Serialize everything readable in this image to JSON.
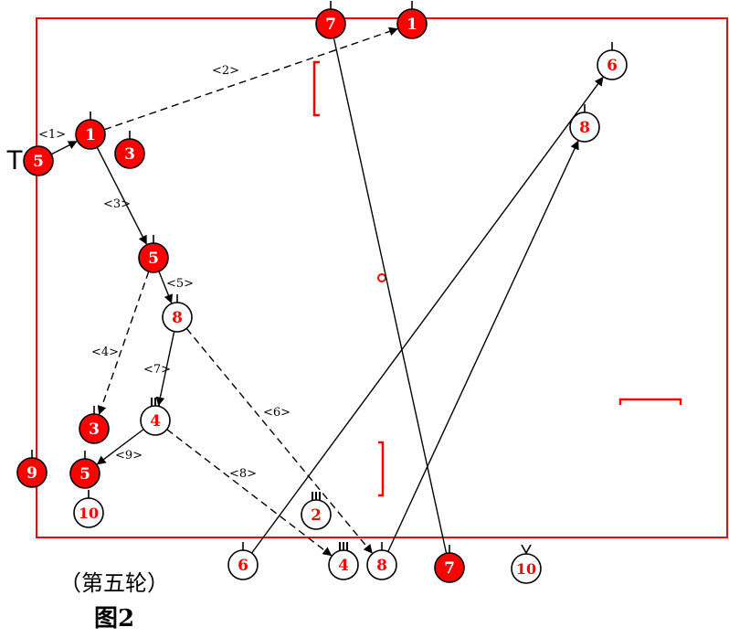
{
  "field_color": "#ff0000",
  "caption": {
    "round": "（第五轮）",
    "figure": "图2"
  },
  "tee_mark": "T",
  "players": [
    {
      "id": "p7a",
      "num": "7",
      "team": "red",
      "marker": "tick"
    },
    {
      "id": "p1a",
      "num": "1",
      "team": "red",
      "marker": "tick"
    },
    {
      "id": "p6a",
      "num": "6",
      "team": "white",
      "marker": "tick"
    },
    {
      "id": "p8a",
      "num": "8",
      "team": "white",
      "marker": "tick"
    },
    {
      "id": "p1b",
      "num": "1",
      "team": "red",
      "marker": "tick"
    },
    {
      "id": "p5a",
      "num": "5",
      "team": "red",
      "marker": "none"
    },
    {
      "id": "p3a",
      "num": "3",
      "team": "red",
      "marker": "tick"
    },
    {
      "id": "p5b",
      "num": "5",
      "team": "red",
      "marker": "tick"
    },
    {
      "id": "p8b",
      "num": "8",
      "team": "white",
      "marker": "tick"
    },
    {
      "id": "p4a",
      "num": "4",
      "team": "white",
      "marker": "triple"
    },
    {
      "id": "p3b",
      "num": "3",
      "team": "red",
      "marker": "tick"
    },
    {
      "id": "p9",
      "num": "9",
      "team": "red",
      "marker": "tick"
    },
    {
      "id": "p5c",
      "num": "5",
      "team": "red",
      "marker": "tick"
    },
    {
      "id": "p10a",
      "num": "10",
      "team": "white",
      "marker": "tick"
    },
    {
      "id": "p2",
      "num": "2",
      "team": "white",
      "marker": "triple"
    },
    {
      "id": "p6b",
      "num": "6",
      "team": "white",
      "marker": "tick"
    },
    {
      "id": "p4b",
      "num": "4",
      "team": "white",
      "marker": "triple"
    },
    {
      "id": "p8c",
      "num": "8",
      "team": "white",
      "marker": "tick"
    },
    {
      "id": "p7b",
      "num": "7",
      "team": "red",
      "marker": "tick"
    },
    {
      "id": "p10b",
      "num": "10",
      "team": "white",
      "marker": "vee"
    }
  ],
  "moves": [
    {
      "id": "m1",
      "label": "<1>",
      "from": "p5a",
      "to": "p1b",
      "style": "solid",
      "arrow": true
    },
    {
      "id": "m2",
      "label": "<2>",
      "from": "p1b",
      "to": "p1a",
      "style": "dashed",
      "arrow": true
    },
    {
      "id": "m3",
      "label": "<3>",
      "from": "p1b",
      "to": "p5b",
      "style": "solid",
      "arrow": true
    },
    {
      "id": "m4",
      "label": "<4>",
      "from": "p5b",
      "to": "p3b",
      "style": "dashed",
      "arrow": true
    },
    {
      "id": "m5",
      "label": "<5>",
      "from": "p5b",
      "to": "p8b",
      "style": "solid",
      "arrow": true
    },
    {
      "id": "m6",
      "label": "<6>",
      "from": "p8b",
      "to": "p8c",
      "style": "dashed",
      "arrow": true
    },
    {
      "id": "m7",
      "label": "<7>",
      "from": "p8b",
      "to": "p4a",
      "style": "solid",
      "arrow": true
    },
    {
      "id": "m8",
      "label": "<8>",
      "from": "p4a",
      "to": "p4b",
      "style": "dashed",
      "arrow": true
    },
    {
      "id": "m9",
      "label": "<9>",
      "from": "p4a",
      "to": "p5c",
      "style": "solid",
      "arrow": true
    },
    {
      "id": "m10",
      "label": "",
      "from": "p7b",
      "to": "p7a",
      "style": "solid",
      "arrow": false
    },
    {
      "id": "m11",
      "label": "",
      "from": "p6b",
      "to": "p6a",
      "style": "solid",
      "arrow": true
    },
    {
      "id": "m12",
      "label": "",
      "from": "p8c",
      "to": "p8a",
      "style": "solid",
      "arrow": true
    }
  ]
}
